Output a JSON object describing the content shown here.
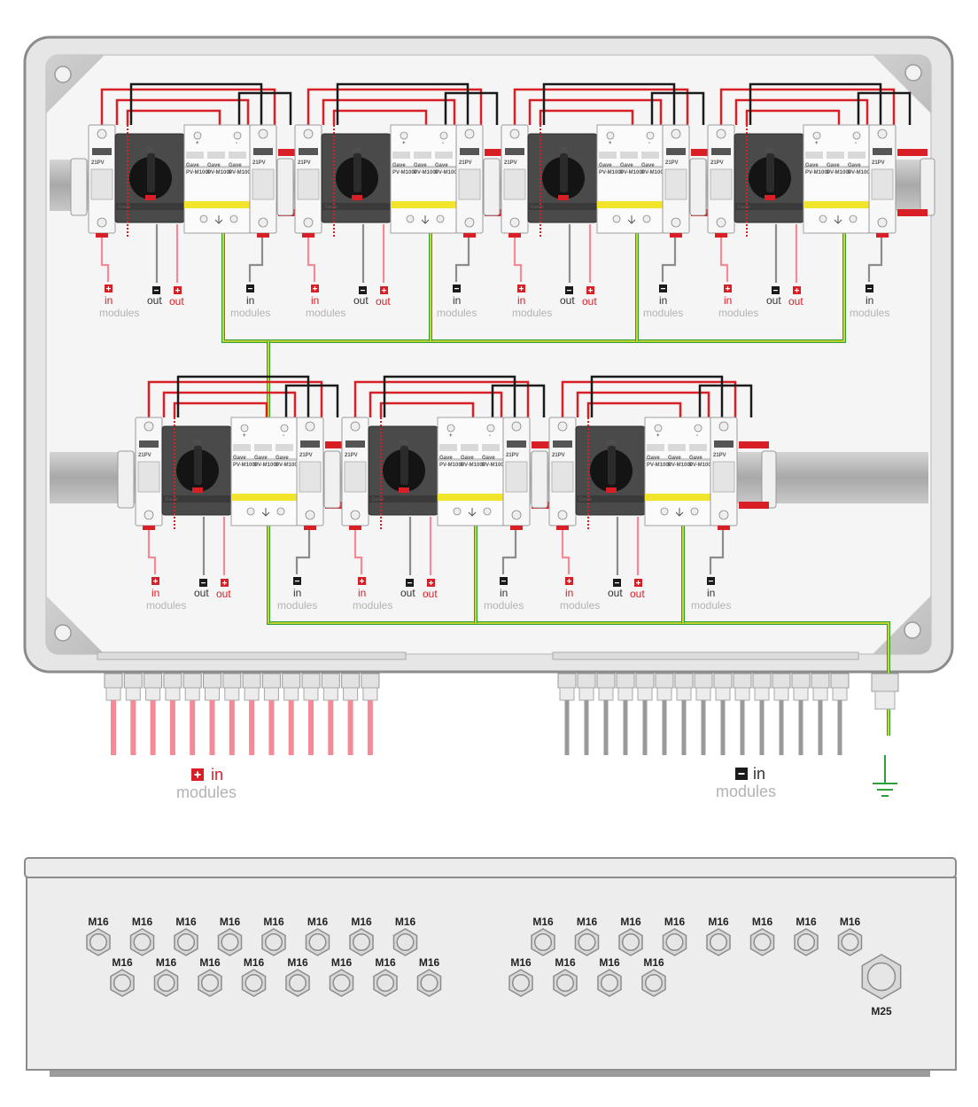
{
  "terminal_labels": {
    "in": "in",
    "out": "out",
    "modules": "modules",
    "plus_sign": "+",
    "minus_sign": "-"
  },
  "device_marks": {
    "switch_on": "ON",
    "brand": "Gave",
    "fuse_rating": "21PV",
    "spd_model": "PV-M1000"
  },
  "bottom_labels": {
    "plus_in": "in",
    "plus_modules": "modules",
    "minus_in": "in",
    "minus_modules": "modules"
  },
  "glands": {
    "small": "M16",
    "large": "M25",
    "left_top_count": 8,
    "left_bottom_count": 8,
    "right_top_count": 8,
    "right_bottom_count": 4
  },
  "colors": {
    "enclosure_outline": "#8c8c8c",
    "enclosure_fill": "#ececec",
    "din_rail": "#b9b9b9",
    "positive_wire": "#d91f26",
    "negative_wire": "#1a1a1a",
    "earth_green": "#2e9e3a",
    "earth_yellow": "#f2e32b",
    "cable_positive": "#f28b97",
    "cable_negative": "#9a9a9a",
    "switch_body": "#4a4a4a"
  }
}
